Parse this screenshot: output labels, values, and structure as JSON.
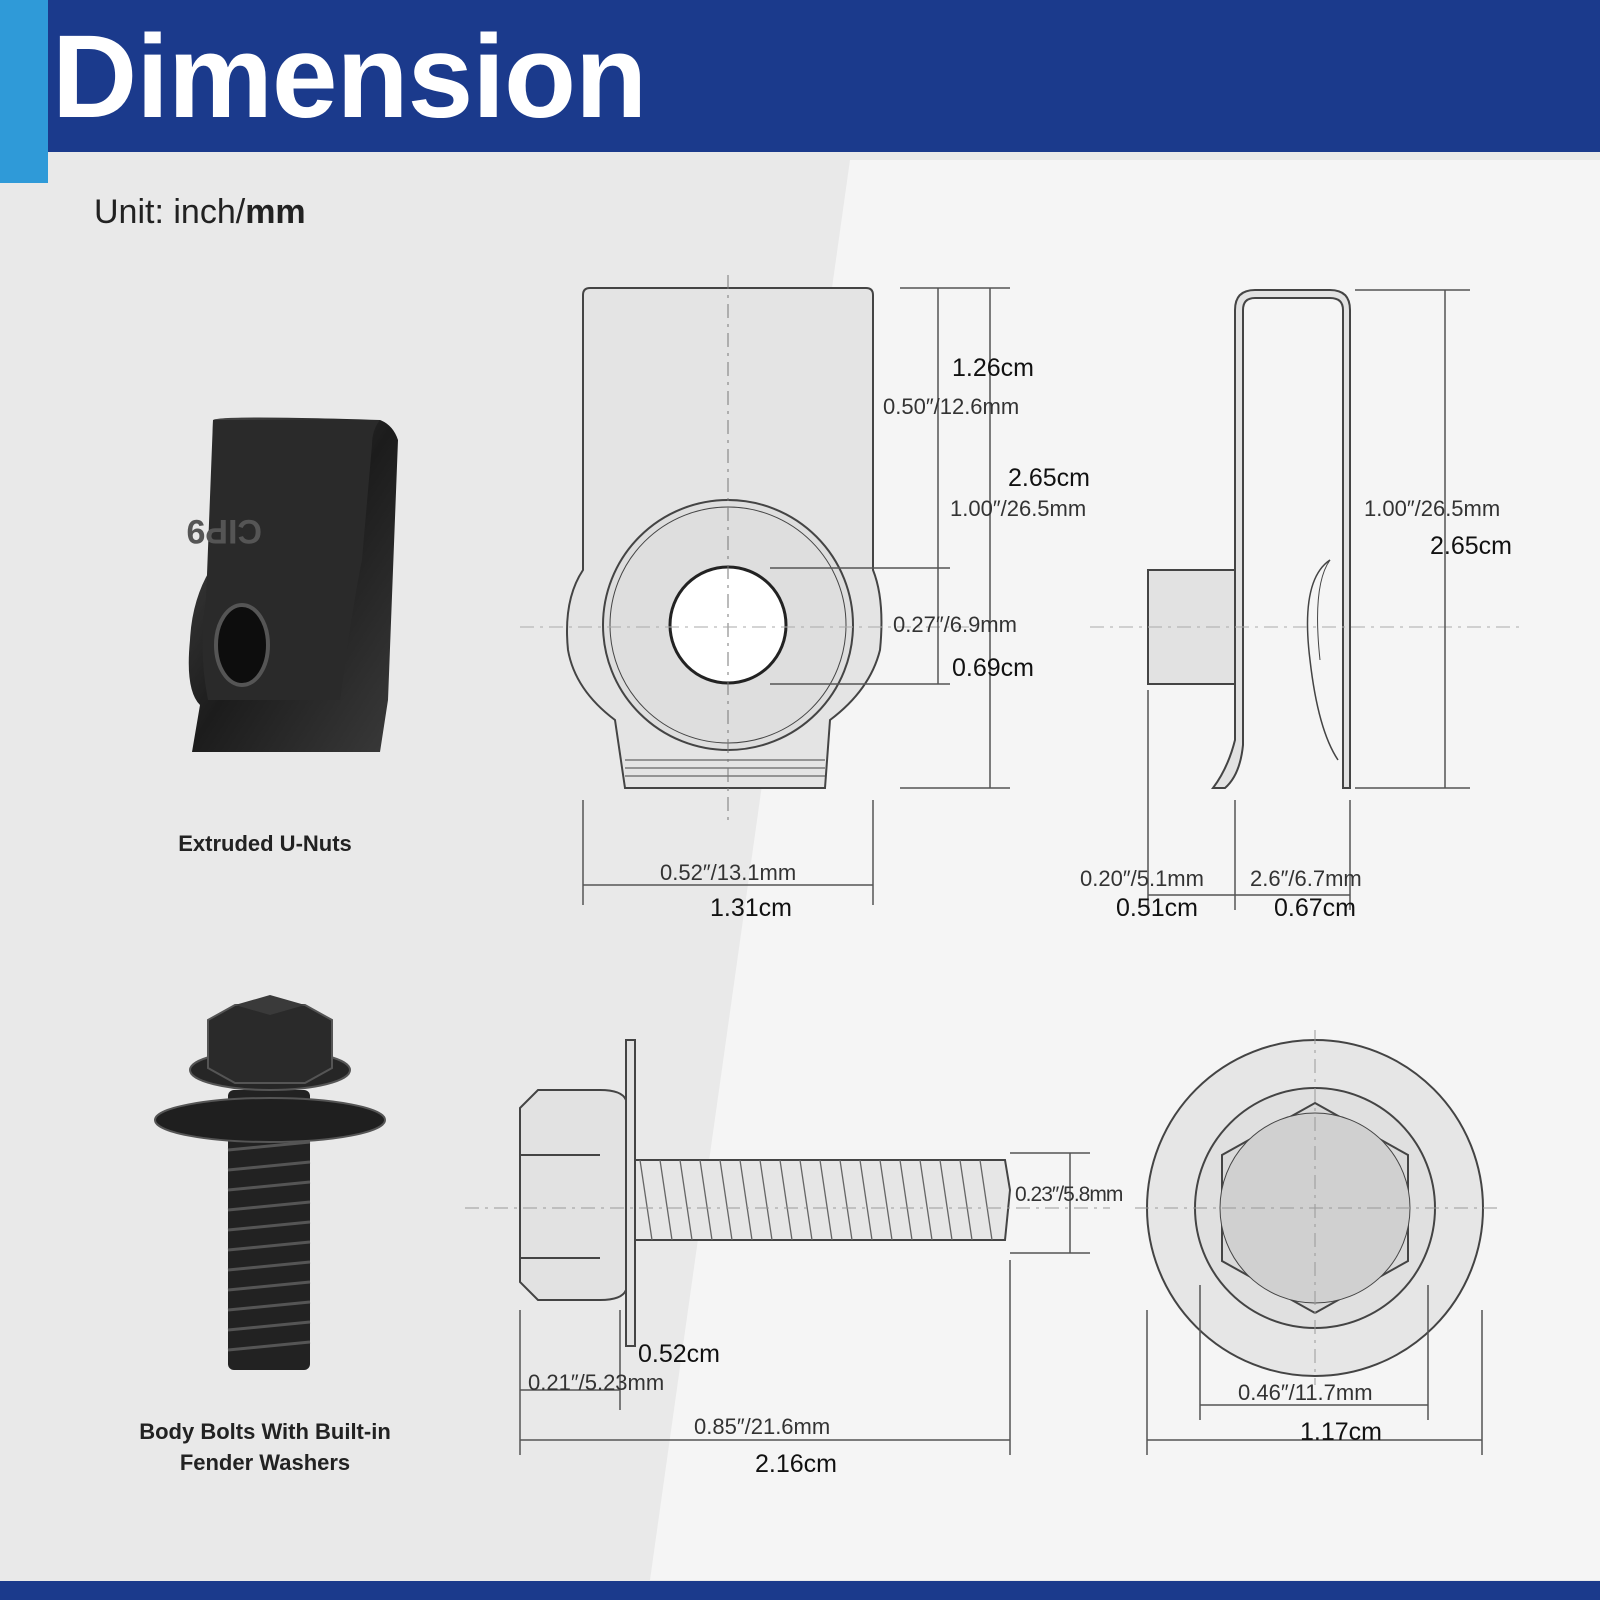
{
  "header": {
    "title": "Dimension",
    "unit_prefix": "Unit: inch/",
    "unit_bold": "mm"
  },
  "products": {
    "unut": {
      "caption": "Extruded U-Nuts",
      "stamp": "CIP9"
    },
    "bolt": {
      "caption_line1": "Body Bolts With Built-in",
      "caption_line2": "Fender Washers"
    }
  },
  "dimensions": {
    "unut_top_cm": "1.26cm",
    "unut_top_in": "0.50″/12.6mm",
    "unut_total_cm": "2.65cm",
    "unut_total_in": "1.00″/26.5mm",
    "unut_hole_in": "0.27″/6.9mm",
    "unut_hole_cm": "0.69cm",
    "unut_width_in": "0.52″/13.1mm",
    "unut_width_cm": "1.31cm",
    "side_height_in": "1.00″/26.5mm",
    "side_height_cm": "2.65cm",
    "side_boss_in": "0.20″/5.1mm",
    "side_boss_cm": "0.51cm",
    "side_depth_in": "2.6″/6.7mm",
    "side_depth_cm": "0.67cm",
    "bolt_dia_in": "0.23″/5.8mm",
    "bolt_head_cm": "0.52cm",
    "bolt_head_in": "0.21″/5.23mm",
    "bolt_len_in": "0.85″/21.6mm",
    "bolt_len_cm": "2.16cm",
    "bolt_hex_in": "0.46″/11.7mm",
    "bolt_hex_cm": "1.17cm"
  },
  "colors": {
    "header": "#1b3a8c",
    "accent": "#2f9ad8",
    "background": "#ececec",
    "ink": "#333333"
  }
}
